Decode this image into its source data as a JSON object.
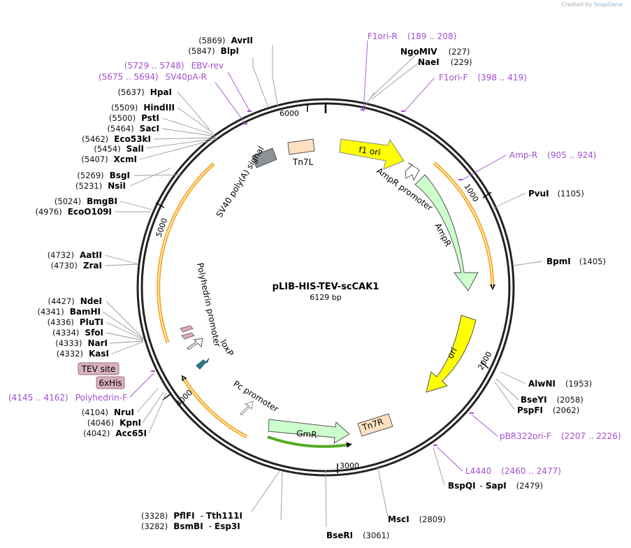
{
  "credit": {
    "prefix": "Created by",
    "brand": "SnapGene"
  },
  "plasmid": {
    "name": "pLIB-HIS-TEV-scCAK1",
    "length": "6129 bp"
  },
  "ticks": [
    "1000",
    "2000",
    "3000",
    "4000",
    "5000",
    "6000"
  ],
  "sites": [
    {
      "name": "AvrII",
      "pos": "(5869)"
    },
    {
      "name": "BlpI",
      "pos": "(5847)"
    },
    {
      "name": "HpaI",
      "pos": "(5637)"
    },
    {
      "name": "HindIII",
      "pos": "(5509)"
    },
    {
      "name": "PstI",
      "pos": "(5500)"
    },
    {
      "name": "SacI",
      "pos": "(5464)"
    },
    {
      "name": "Eco53kI",
      "pos": "(5462)"
    },
    {
      "name": "SalI",
      "pos": "(5454)"
    },
    {
      "name": "XcmI",
      "pos": "(5407)"
    },
    {
      "name": "BsgI",
      "pos": "(5269)"
    },
    {
      "name": "NsiI",
      "pos": "(5231)"
    },
    {
      "name": "BmgBI",
      "pos": "(5024)"
    },
    {
      "name": "EcoO109I",
      "pos": "(4976)"
    },
    {
      "name": "AatII",
      "pos": "(4732)"
    },
    {
      "name": "ZraI",
      "pos": "(4730)"
    },
    {
      "name": "NdeI",
      "pos": "(4427)"
    },
    {
      "name": "BamHI",
      "pos": "(4341)"
    },
    {
      "name": "PluTI",
      "pos": "(4336)"
    },
    {
      "name": "SfoI",
      "pos": "(4334)"
    },
    {
      "name": "NarI",
      "pos": "(4333)"
    },
    {
      "name": "KasI",
      "pos": "(4332)"
    },
    {
      "name": "NruI",
      "pos": "(4104)"
    },
    {
      "name": "KpnI",
      "pos": "(4046)"
    },
    {
      "name": "Acc65I",
      "pos": "(4042)"
    },
    {
      "name": "NgoMIV",
      "pos": "(227)"
    },
    {
      "name": "NaeI",
      "pos": "(229)"
    },
    {
      "name": "PvuI",
      "pos": "(1105)"
    },
    {
      "name": "BpmI",
      "pos": "(1405)"
    },
    {
      "name": "AlwNI",
      "pos": "(1953)"
    },
    {
      "name": "BseYI",
      "pos": "(2058)"
    },
    {
      "name": "PspFI",
      "pos": "(2062)"
    },
    {
      "name": "BspQI",
      "sep": "-",
      "name2": "SapI",
      "pos": "(2479)"
    },
    {
      "name": "MscI",
      "pos": "(2809)"
    },
    {
      "name": "BseRI",
      "pos": "(3061)"
    },
    {
      "name": "PflFI",
      "sep": "-",
      "name2": "Tth111I",
      "pos": "(3328)"
    },
    {
      "name": "BsmBI",
      "sep": "-",
      "name2": "Esp3I",
      "pos": "(3282)"
    }
  ],
  "primers": [
    {
      "name": "F1ori-R",
      "range": "(189 .. 208)"
    },
    {
      "name": "F1ori-F",
      "range": "(398 .. 419)"
    },
    {
      "name": "Amp-R",
      "range": "(905 .. 924)"
    },
    {
      "name": "pBR322ori-F",
      "range": "(2207 .. 2226)"
    },
    {
      "name": "L4440",
      "range": "(2460 .. 2477)"
    },
    {
      "name": "Polyhedrin-F",
      "range": "(4145 .. 4162)"
    },
    {
      "name": "EBV-rev",
      "range": "(5729 .. 5748)"
    },
    {
      "name": "SV40pA-R",
      "range": "(5675 .. 5694)"
    }
  ],
  "features": {
    "f1_ori": "f1 ori",
    "ampr_promoter": "AmpR promoter",
    "ampr": "AmpR",
    "ori": "ori",
    "gmr": "GmR",
    "tn7r": "Tn7R",
    "tn7l": "Tn7L",
    "sv40": "SV40 poly(A) signal",
    "polyhedrin_promoter": "Polyhedrin promoter",
    "loxp": "loxP",
    "pc_promoter": "Pc promoter",
    "tev_site": "TEV site",
    "his6": "6xHis"
  },
  "colors": {
    "f1_ori": "#ffff00",
    "ampr": "#ccffcc",
    "ori": "#ffff00",
    "gmr": "#ccffcc",
    "tn7": "#ffe0c0",
    "sv40": "#8c9298",
    "orf_arc": "#f5a623",
    "primer": "#a24fd0",
    "tag_box": "#d8b0c0",
    "loxp": "#2d7f8f"
  }
}
